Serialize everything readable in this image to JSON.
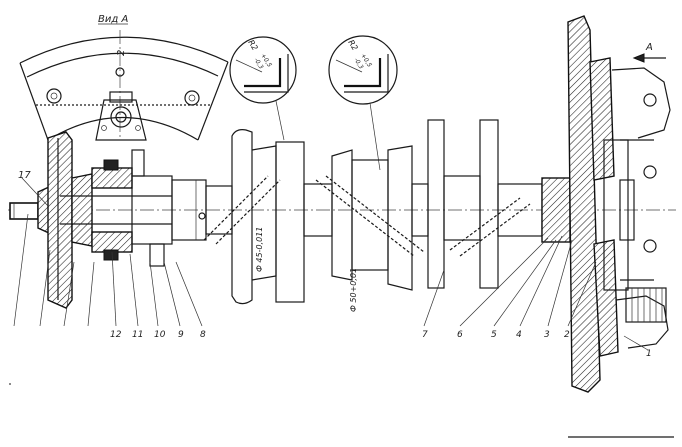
{
  "view_label": "Вид А",
  "arrow_label": "А",
  "detail_1": {
    "radius": "R2",
    "tol_upper": "+0,5",
    "tol_lower": "-0,3"
  },
  "detail_2": {
    "radius": "R2",
    "tol_upper": "+0,5",
    "tol_lower": "-0,3"
  },
  "dim_1": "Ф 45-0,011",
  "dim_2": "Ф 50+0,01",
  "view_mark": "2",
  "part_numbers": {
    "p1": "1",
    "p2": "2",
    "p3": "3",
    "p4": "4",
    "p5": "5",
    "p6": "6",
    "p7": "7",
    "p8": "8",
    "p9": "9",
    "p10": "10",
    "p11": "11",
    "p12": "12",
    "p17": "17"
  },
  "colors": {
    "ink": "#1a1a1a",
    "paper": "#ffffff"
  }
}
